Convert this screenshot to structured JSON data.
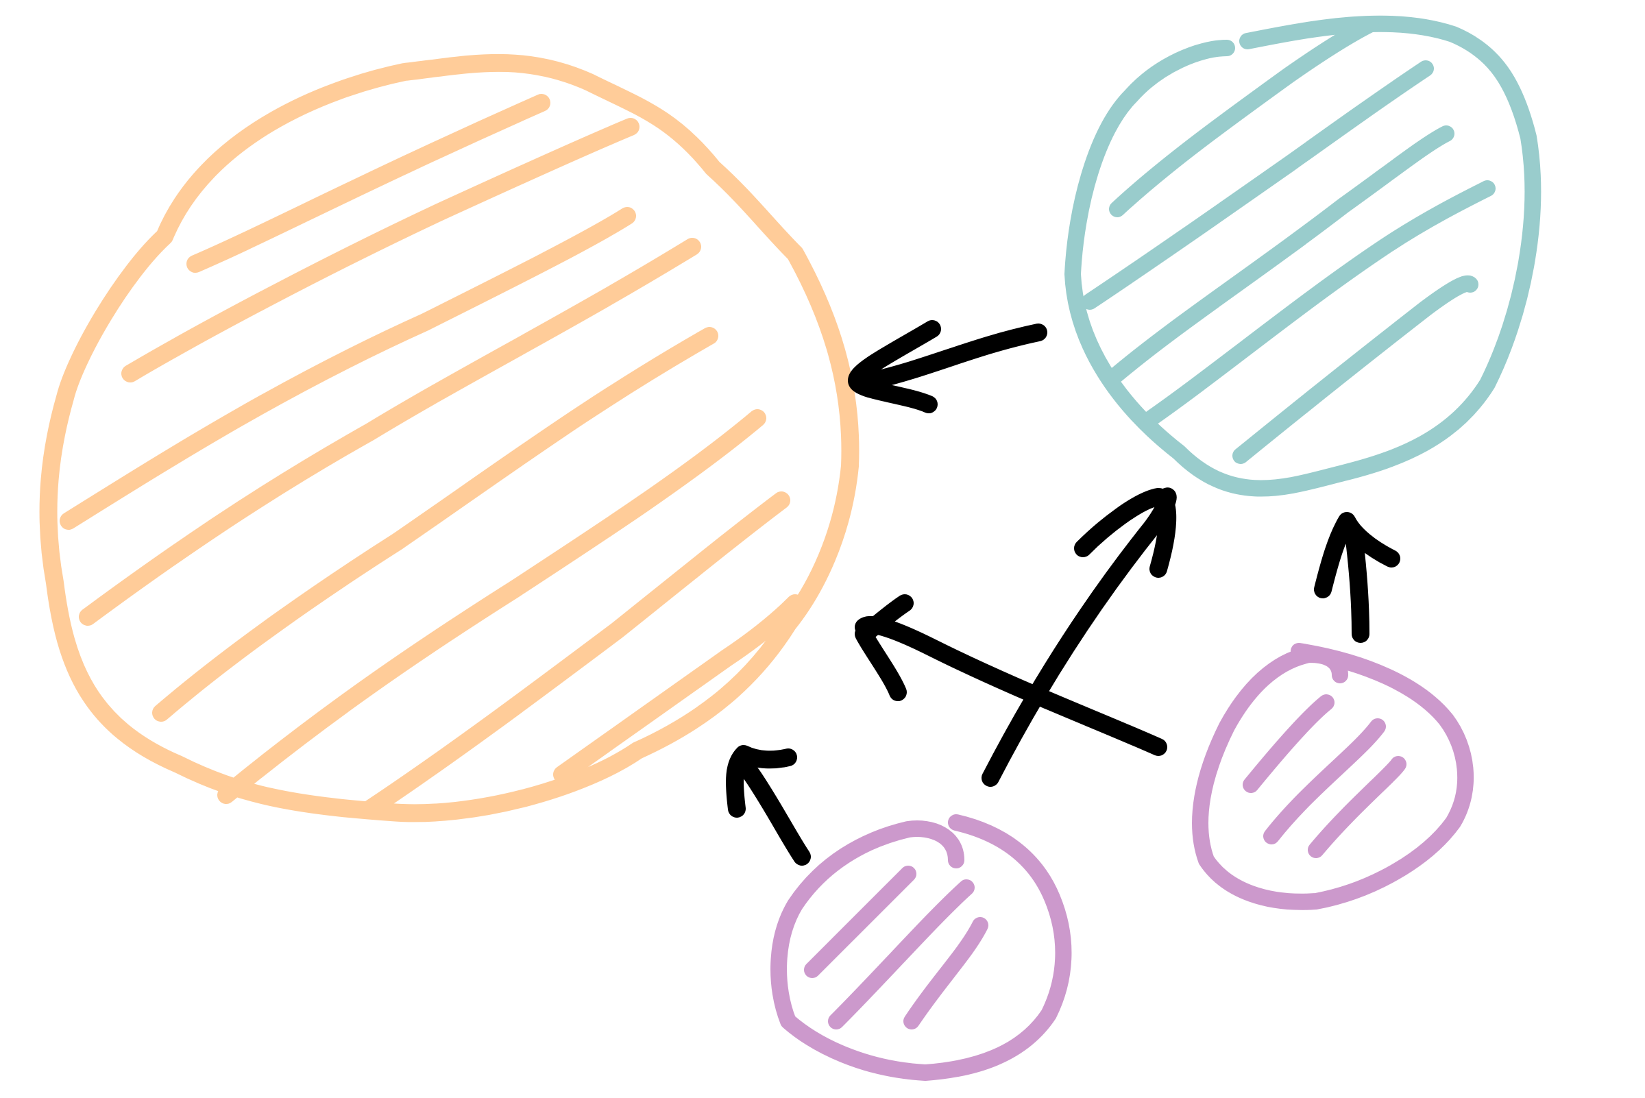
{
  "diagram": {
    "nodes": [
      {
        "id": "large-circle",
        "color": "#FFCC99",
        "kind": "hatched-blob"
      },
      {
        "id": "teal-circle",
        "color": "#99CCCC",
        "kind": "hatched-blob"
      },
      {
        "id": "purple-blob-bottom-center",
        "color": "#CC99CC",
        "kind": "hatched-blob"
      },
      {
        "id": "purple-blob-bottom-right",
        "color": "#CC99CC",
        "kind": "hatched-blob"
      }
    ],
    "arrows": [
      {
        "from": "teal-circle",
        "to": "large-circle",
        "color": "#000000"
      },
      {
        "from": "cross-point",
        "to": "teal-circle",
        "color": "#000000"
      },
      {
        "from": "cross-point",
        "to": "upper-left",
        "color": "#000000"
      },
      {
        "from": "purple-blob-bottom-center",
        "to": "upper-left",
        "color": "#000000"
      },
      {
        "from": "purple-blob-bottom-right",
        "to": "teal-circle",
        "color": "#000000"
      }
    ]
  },
  "colors": {
    "orange": "#FFCC99",
    "teal": "#99CCCC",
    "purple": "#CC99CC",
    "ink": "#000000"
  }
}
